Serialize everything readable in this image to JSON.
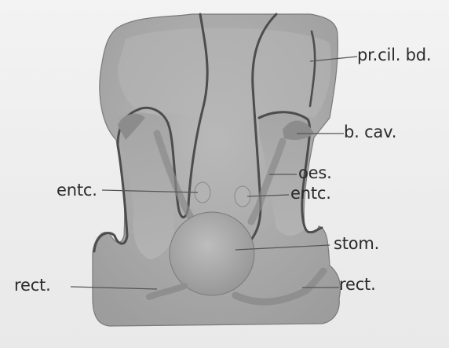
{
  "figure": {
    "labels": {
      "pr_cil_bd": "pr.cil. bd.",
      "b_cav": "b. cav.",
      "oes": "oes.",
      "entc_left": "entc.",
      "entc_right": "entc.",
      "stom": "stom.",
      "rect_left": "rect.",
      "rect_right": "rect."
    },
    "colors": {
      "body_fill": "#a9a9a9",
      "body_light": "#c4c4c4",
      "ciliated_band": "#4d4d4d",
      "outline": "#7a7a7a",
      "leader_line": "#555555",
      "label_text": "#2b2b2b"
    }
  }
}
